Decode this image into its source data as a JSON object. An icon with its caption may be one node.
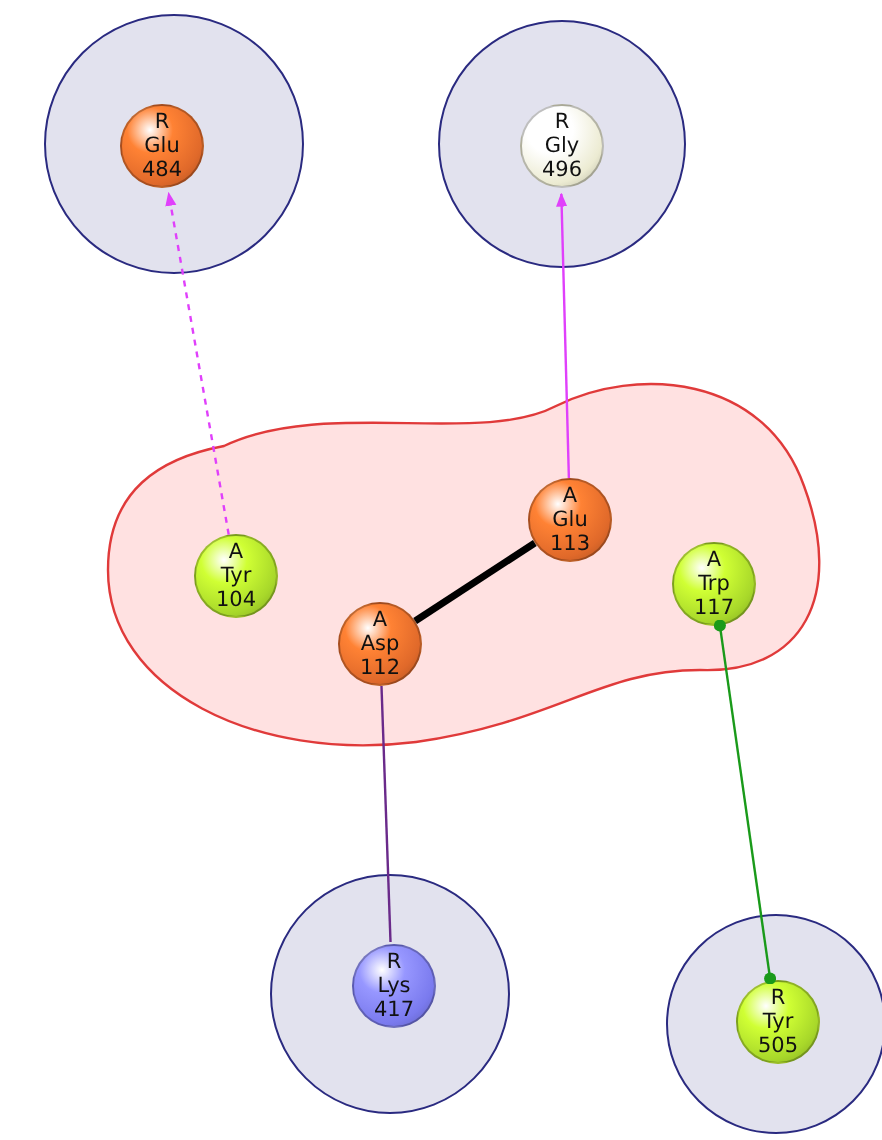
{
  "diagram": {
    "nodes": [
      {
        "text": [],
        "shape": "circle"
      },
      {
        "text": [
          "R",
          "Glu",
          "484"
        ],
        "in": 0
      },
      {
        "text": [],
        "shape": "circle"
      },
      {
        "text": [
          "R",
          "Gly",
          "496"
        ],
        "in": 2
      },
      {
        "text": [],
        "shape": "cloud"
      },
      {
        "text": [
          "A",
          "Tyr",
          "104"
        ],
        "in": 4
      },
      {
        "text": [
          "A",
          "Asp",
          "112"
        ],
        "in": 4
      },
      {
        "text": [
          "A",
          "Glu",
          "113"
        ],
        "in": 4
      },
      {
        "text": [
          "A",
          "Trp",
          "117"
        ],
        "in": 4
      },
      {
        "text": [],
        "shape": "circle"
      },
      {
        "text": [
          "R",
          "Lys",
          "417"
        ],
        "in": 9
      },
      {
        "text": [],
        "shape": "circle"
      },
      {
        "text": [
          "R",
          "Tyr",
          "505"
        ],
        "in": 11
      }
    ],
    "edges": [
      {
        "from": 5,
        "to": 1,
        "arrow": "to",
        "style": "dashed",
        "color": "#e040fb"
      },
      {
        "from": 7,
        "to": 3,
        "arrow": "to",
        "color": "#e040fb"
      },
      {
        "from": 6,
        "to": 7,
        "arrow": "none",
        "style": "thick",
        "color": "#000000"
      },
      {
        "from": 6,
        "to": 10,
        "arrow": "none",
        "color": "#6a2a8a"
      },
      {
        "from": 8,
        "to": 12,
        "arrow": "other",
        "color": "#1a9a1a"
      }
    ]
  }
}
